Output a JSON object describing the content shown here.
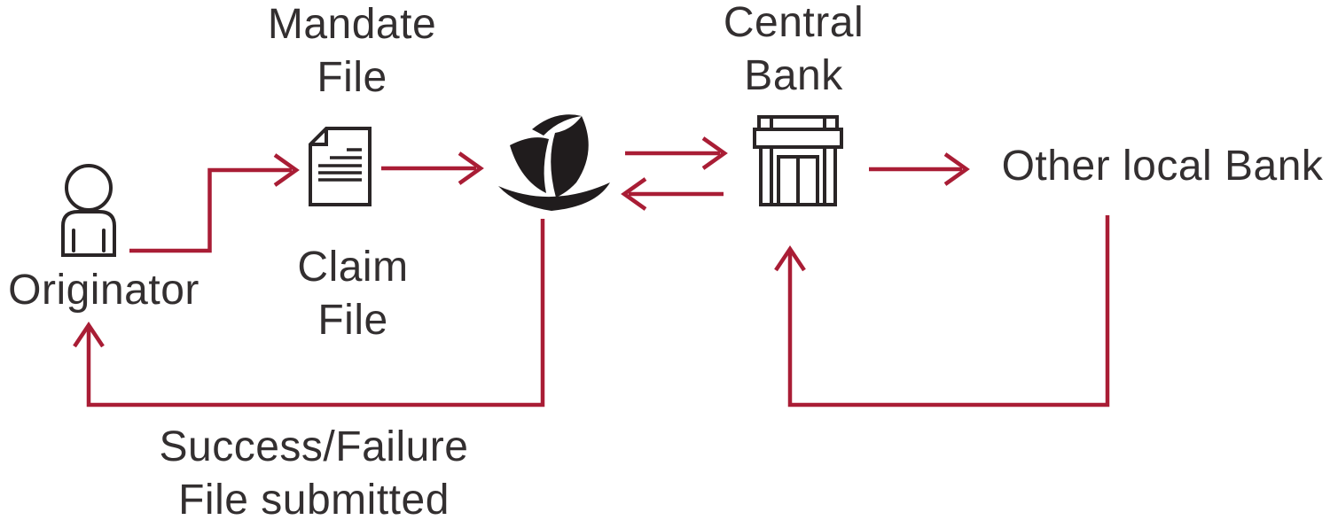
{
  "diagram": {
    "nodes": {
      "originator": {
        "label": "Originator",
        "icon": "person-icon"
      },
      "mandate_file": {
        "line1": "Mandate",
        "line2": "File",
        "icon": "document-icon"
      },
      "claim_file": {
        "line1": "Claim",
        "line2": "File",
        "icon": "document-icon"
      },
      "processing_bank": {
        "icon": "sailboat-logo-icon"
      },
      "central_bank": {
        "line1": "Central",
        "line2": "Bank",
        "icon": "bank-building-icon"
      },
      "other_local_bank": {
        "label": "Other local Bank"
      }
    },
    "feedback_note": {
      "line1": "Success/Failure",
      "line2": "File submitted"
    },
    "connectors": [
      "originator-to-mandate-file",
      "mandate-file-to-processing-bank",
      "processing-bank-to-central-bank",
      "central-bank-to-processing-bank",
      "central-bank-to-other-local-bank",
      "processing-bank-to-originator-feedback",
      "other-local-bank-to-central-bank-feedback"
    ],
    "colors": {
      "arrow_red": "#a91d35",
      "icon_ink": "#2a2526",
      "text": "#332f30",
      "background": "#ffffff"
    }
  }
}
